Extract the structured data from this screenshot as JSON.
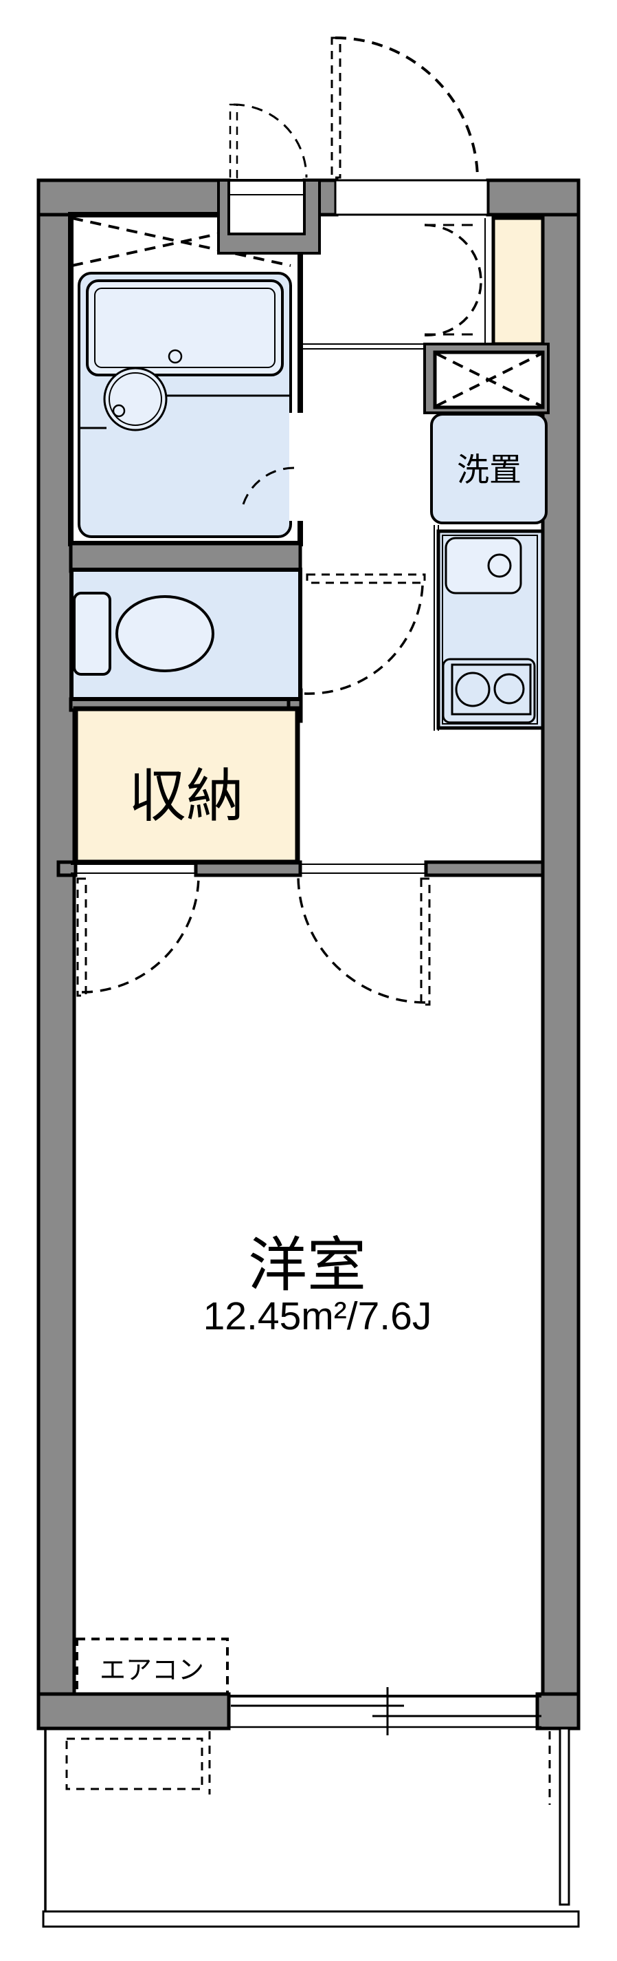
{
  "title": "apartment-floor-plan",
  "colors": {
    "wall": "#8a8a8a",
    "fixture": "#dce8f7",
    "fixture_light": "#e8f0fb",
    "cream": "#fdf2d8",
    "line": "#000000",
    "bg": "#ffffff"
  },
  "rooms": {
    "storage": {
      "label": "収納"
    },
    "washer": {
      "label": "洗置"
    },
    "main_room": {
      "label": "洋室",
      "area": "12.45m²/7.6J"
    },
    "aircon": {
      "label": "エアコン"
    }
  }
}
